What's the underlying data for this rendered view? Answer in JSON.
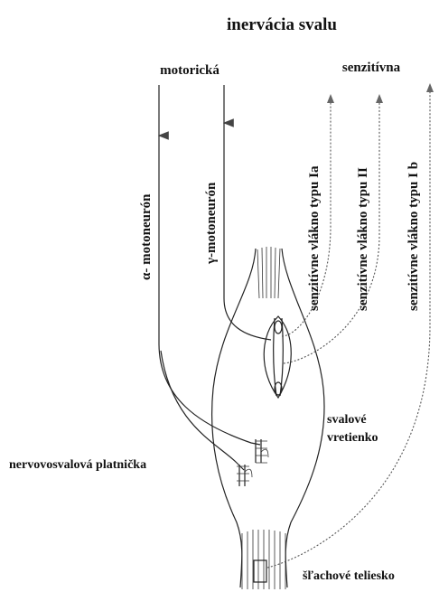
{
  "title": "inervácia svalu",
  "groups": {
    "motor": "motorická",
    "sensory": "senzitívna"
  },
  "neurons": {
    "alpha": "α- motoneurón",
    "gamma": "γ-motoneurón"
  },
  "fibers": {
    "ia": "senzitívne vlákno typu Ia",
    "ii": "senzitívne vlákno typu II",
    "ib": "senzitívne vlákno typu I b"
  },
  "structures": {
    "spindle_line1": "svalové",
    "spindle_line2": "vretienko",
    "endplate": "nervovosvalová platnička",
    "tendon_organ": "šľachové teliesko"
  }
}
